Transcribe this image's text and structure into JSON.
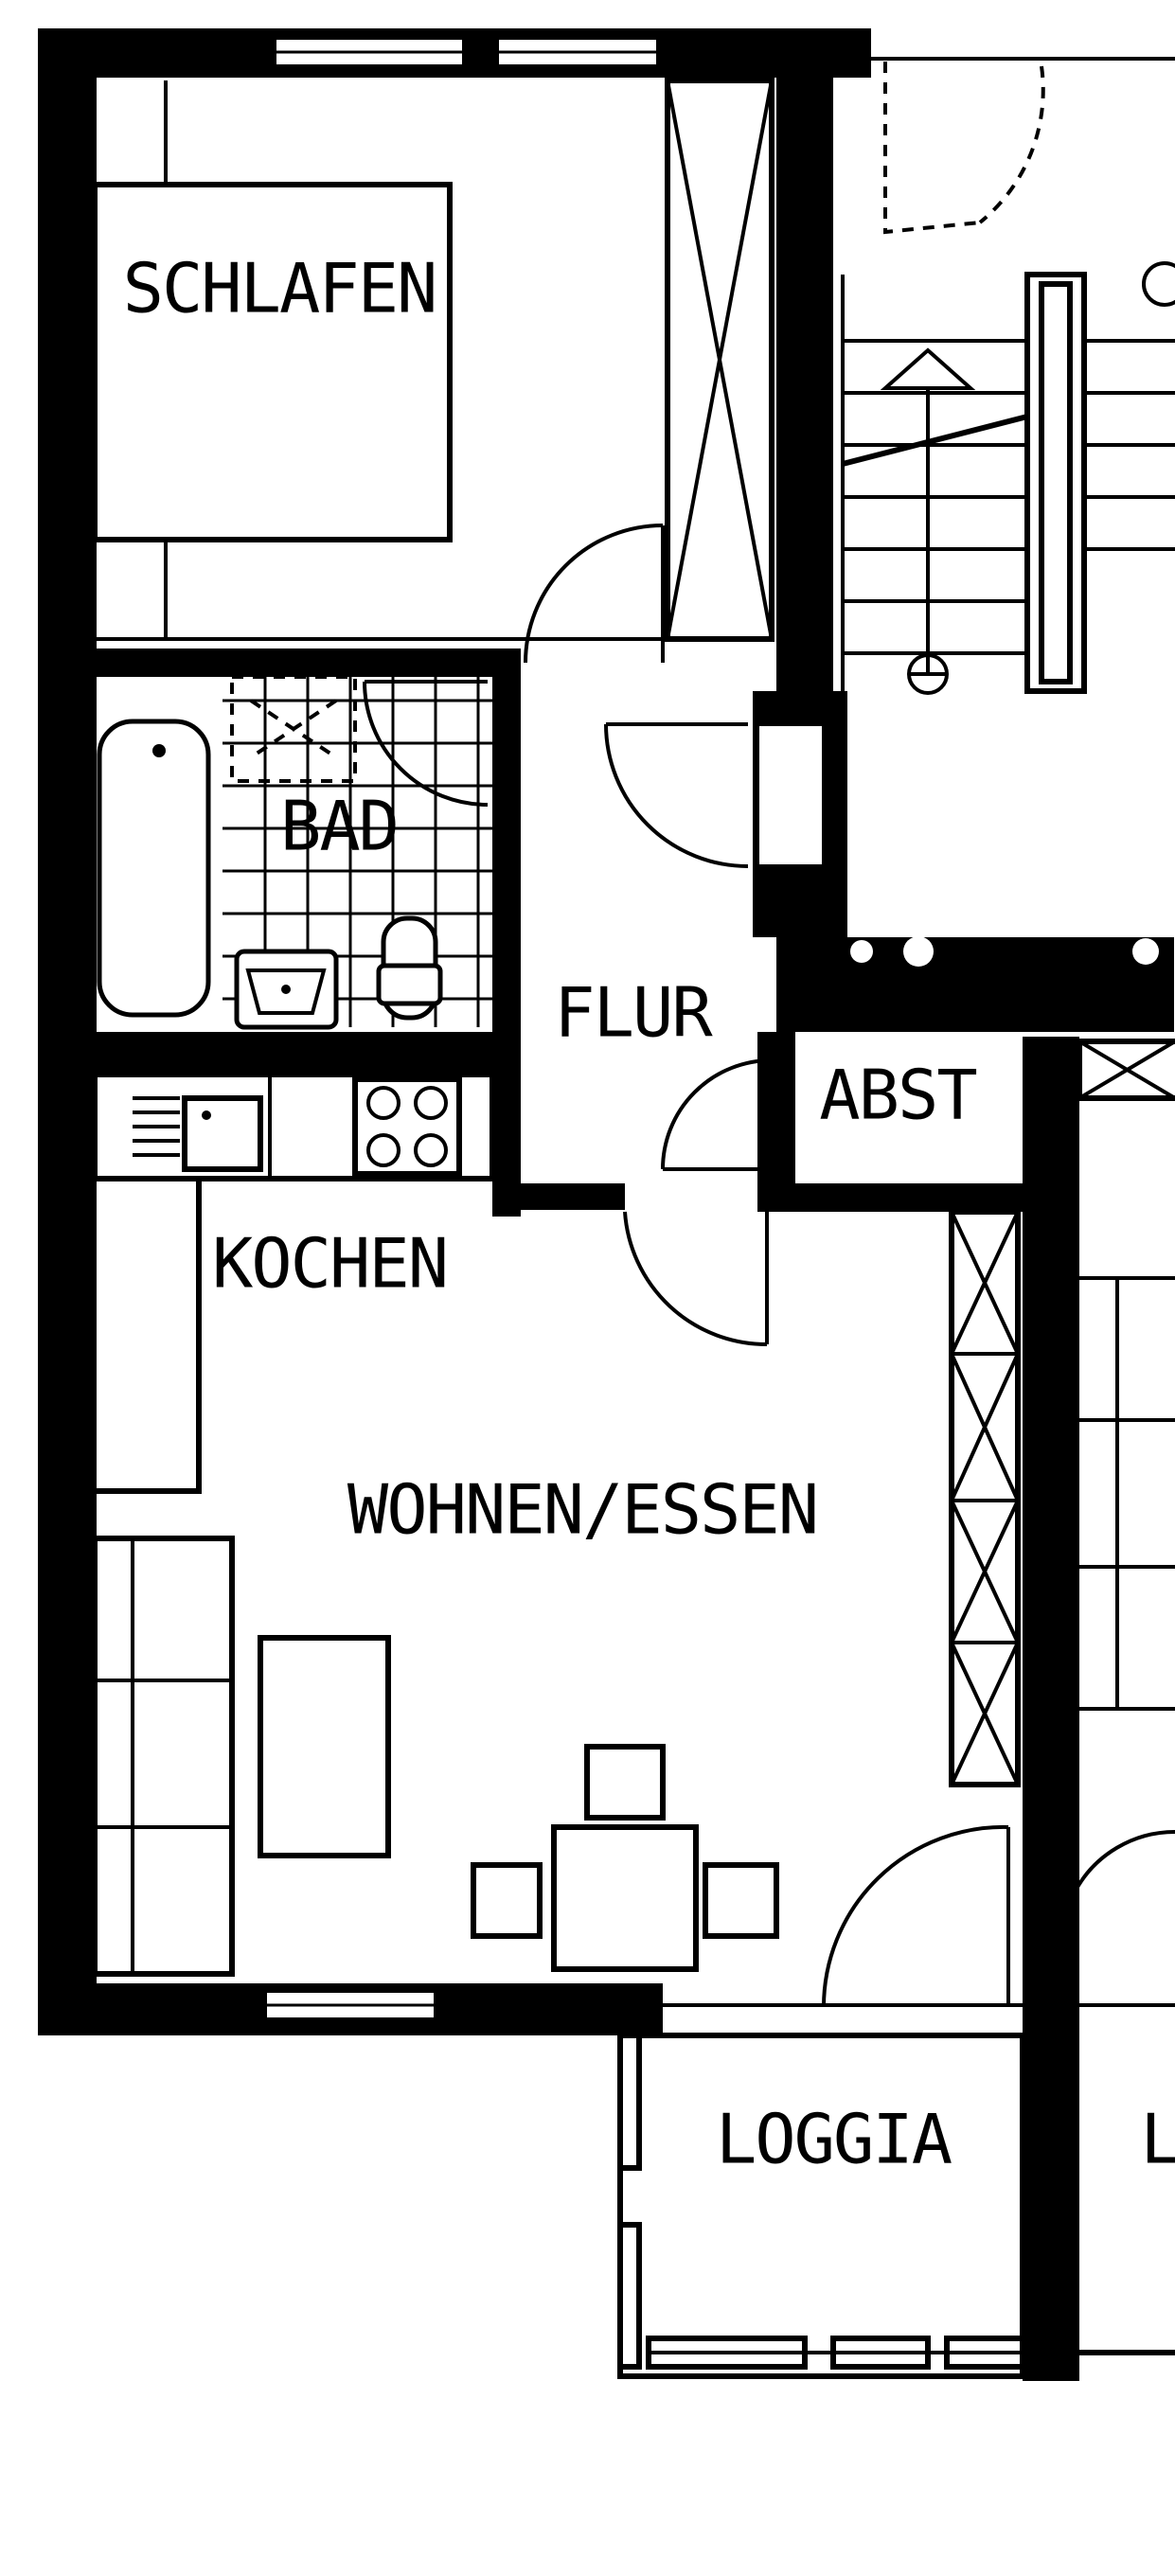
{
  "rooms": {
    "schlafen": "SCHLAFEN",
    "bad": "BAD",
    "flur": "FLUR",
    "abst": "ABST",
    "kochen": "KOCHEN",
    "wohnen_essen": "WOHNEN/ESSEN",
    "loggia": "LOGGIA",
    "loggia_neighbor": "L"
  },
  "colors": {
    "wall": "#000000",
    "background": "#ffffff"
  }
}
